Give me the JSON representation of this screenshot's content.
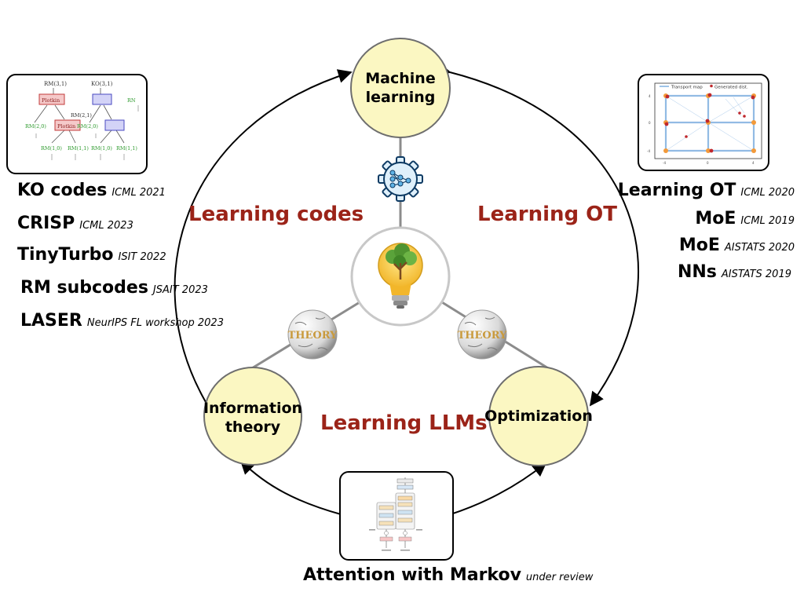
{
  "nodes": {
    "machine_learning": [
      "Machine",
      "learning"
    ],
    "information_theory": [
      "Information",
      "theory"
    ],
    "optimization": "Optimization"
  },
  "sections": {
    "left": "Learning codes",
    "right": "Learning OT",
    "bottom": "Learning LLMs"
  },
  "left_pubs": [
    {
      "name": "KO codes",
      "venue": "ICML 2021"
    },
    {
      "name": "CRISP",
      "venue": "ICML 2023"
    },
    {
      "name": "TinyTurbo",
      "venue": "ISIT 2022"
    },
    {
      "name": "RM subcodes",
      "venue": "JSAIT 2023"
    },
    {
      "name": "LASER",
      "venue": "NeurIPS FL workshop 2023"
    }
  ],
  "right_pubs": [
    {
      "name": "Learning OT",
      "venue": "ICML 2020"
    },
    {
      "name": "MoE",
      "venue": "ICML 2019"
    },
    {
      "name": "MoE",
      "venue": "AISTATS 2020"
    },
    {
      "name": "NNs",
      "venue": "AISTATS 2019"
    }
  ],
  "bottom_pub": {
    "name": "Attention with Markov",
    "venue": "under review"
  },
  "thumbnails": {
    "ko_tree": {
      "labels": [
        "RM(3,1)",
        "KO(3,1)",
        "Plotkin",
        "Plotkin",
        "RM(2,1)",
        "RM(2,0)",
        "RM(2,0)",
        "RM(1,0)",
        "RM(1,1)",
        "RM(1,0)",
        "RM(1,1)",
        "RN"
      ]
    },
    "ot_plot": {
      "legend": [
        "Transport map",
        "Generated dist."
      ]
    }
  },
  "theory_badge": "THEORY",
  "colors": {
    "node_fill": "#fbf7c2",
    "section_title": "#9b2318",
    "line": "#8c8c8c",
    "arrow": "#000000"
  }
}
